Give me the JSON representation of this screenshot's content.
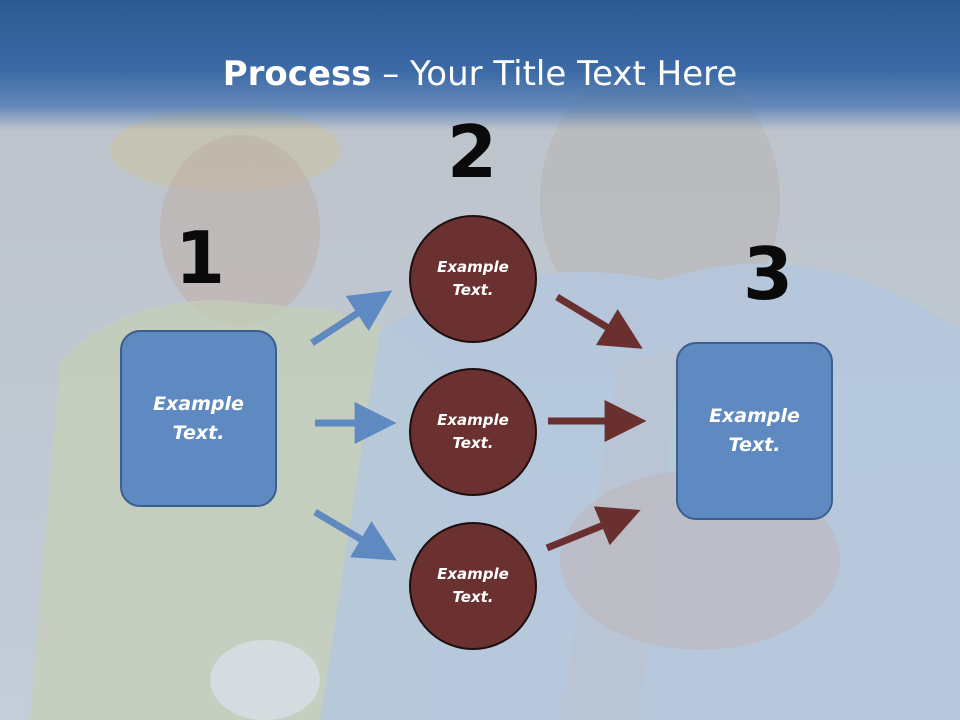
{
  "title": {
    "bold": "Process",
    "rest": " – Your Title Text Here"
  },
  "steps": {
    "n1": "1",
    "n2": "2",
    "n3": "3"
  },
  "boxes": {
    "left": "Example\nText.",
    "right": "Example\nText."
  },
  "circles": {
    "top": "Example\nText.",
    "middle": "Example\nText.",
    "bottom": "Example\nText."
  },
  "colors": {
    "box_fill": "#5f89c1",
    "circle_fill": "#6a3130",
    "blue_arrow": "#5f89c1",
    "red_arrow": "#6a2f2f",
    "title_band": "#3c6aa6"
  }
}
